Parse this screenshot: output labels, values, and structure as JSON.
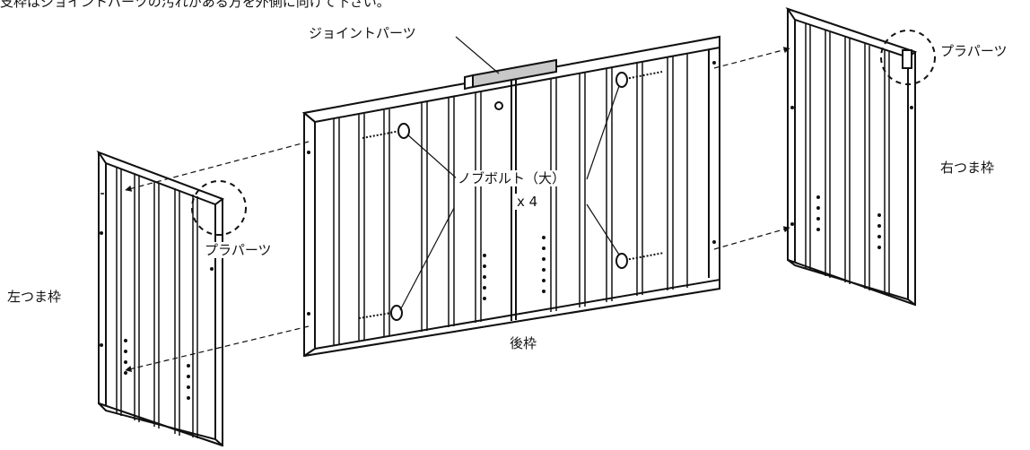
{
  "instruction_text": "支枠はジョイントパーツの汚れがある方を外側に向けて下さい。",
  "labels": {
    "joint_parts": "ジョイントパーツ",
    "pla_parts_right": "プラパーツ",
    "pla_parts_left": "プラパーツ",
    "knob_bolt": "ノブボルト（大）",
    "knob_bolt_qty": "x 4",
    "right_frame": "右つま枠",
    "left_frame": "左つま枠",
    "back_frame": "後枠"
  }
}
